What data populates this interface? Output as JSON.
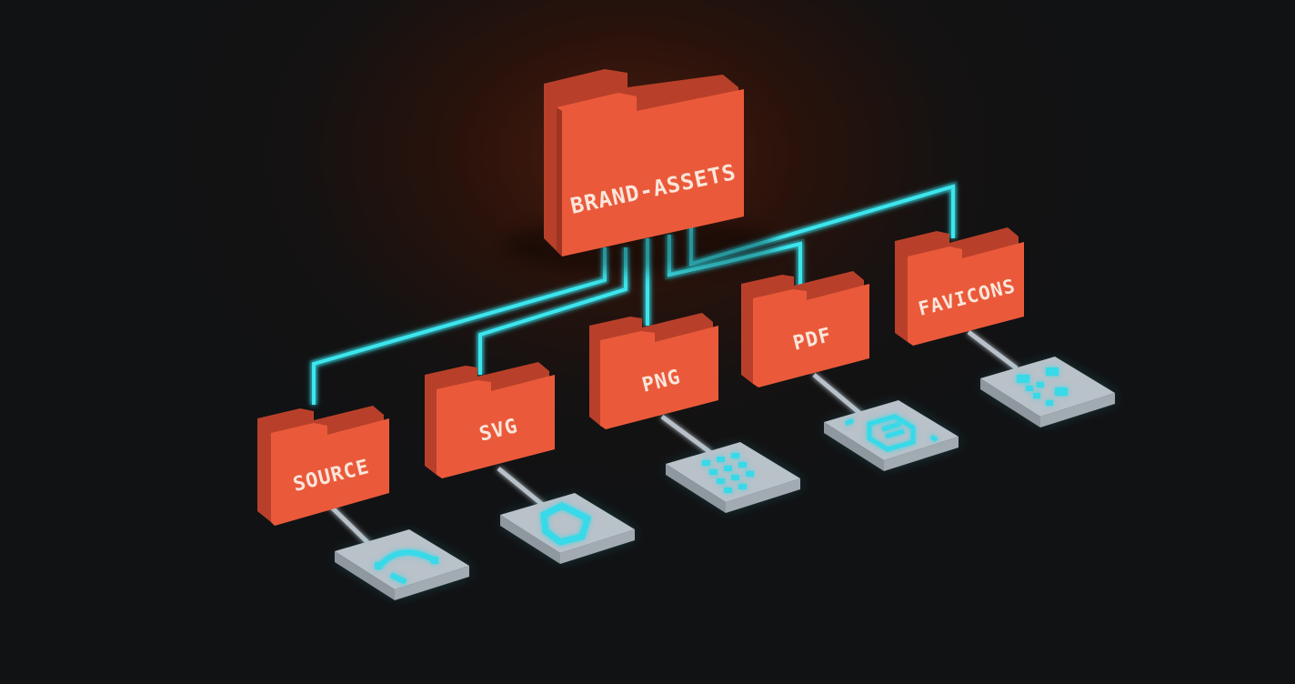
{
  "diagram": {
    "root": {
      "label": "BRAND-ASSETS",
      "icon": "folder-icon"
    },
    "children": [
      {
        "label": "SOURCE",
        "icon": "folder-icon",
        "tile_icon": "bezier-curve-icon"
      },
      {
        "label": "SVG",
        "icon": "folder-icon",
        "tile_icon": "vector-shape-icon"
      },
      {
        "label": "PNG",
        "icon": "folder-icon",
        "tile_icon": "pixel-grid-icon"
      },
      {
        "label": "PDF",
        "icon": "folder-icon",
        "tile_icon": "document-icon"
      },
      {
        "label": "FAVICONS",
        "icon": "folder-icon",
        "tile_icon": "favicon-grid-icon"
      }
    ],
    "colors": {
      "folder": "#ea5a3a",
      "connector": "#3ee6ee",
      "tile": "#b8c0c8",
      "tile_icon": "#39d9e8"
    }
  }
}
